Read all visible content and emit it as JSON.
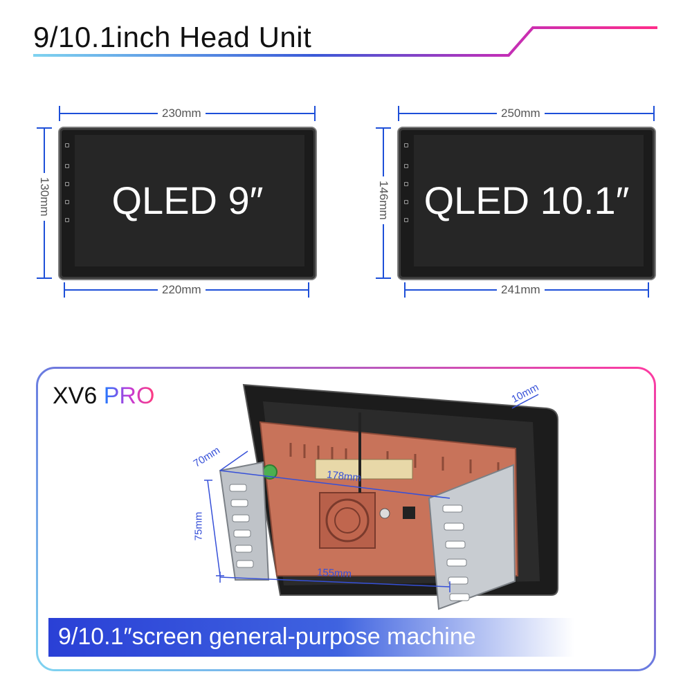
{
  "header": {
    "title": "9/10.1inch Head Unit"
  },
  "units": [
    {
      "screen_label": "QLED 9″",
      "top_width": "230mm",
      "bottom_width": "220mm",
      "height": "130mm"
    },
    {
      "screen_label": "QLED 10.1″",
      "top_width": "250mm",
      "bottom_width": "241mm",
      "height": "146mm"
    }
  ],
  "product": {
    "model_prefix": "XV6 ",
    "model_suffix": "PRO",
    "dims": {
      "thickness": "10mm",
      "depth": "70mm",
      "width": "178mm",
      "height": "75mm",
      "bracket_width": "155mm"
    },
    "banner": "9/10.1″screen general-purpose machine"
  },
  "colors": {
    "dim_line": "#1d4fd8",
    "accent_pink": "#e0208a",
    "accent_blue": "#2a40d6"
  }
}
